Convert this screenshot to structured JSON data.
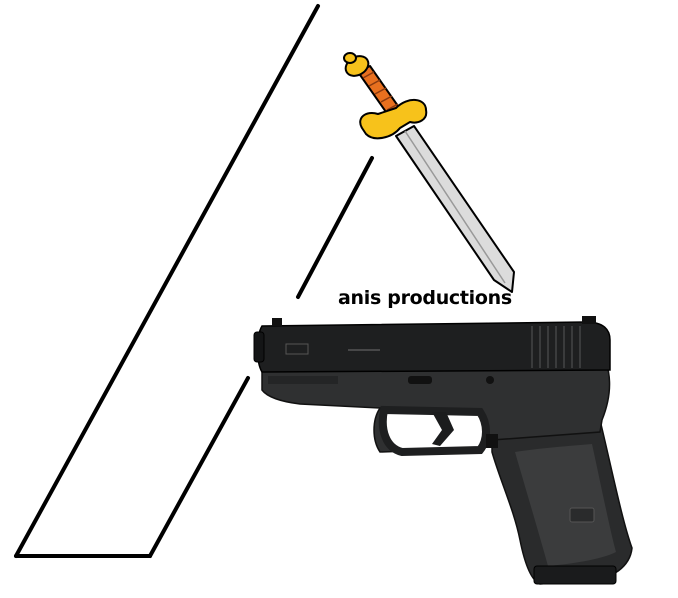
{
  "caption": "anis productions",
  "colors": {
    "background": "#ffffff",
    "line": "#000000",
    "sword_hilt": "#f7c21b",
    "sword_grip": "#e8701f",
    "sword_blade": "#dcdcdc",
    "pistol_body": "#2a2b2c",
    "pistol_slide": "#1c1d1e"
  },
  "illustrations": [
    "stylized-letter-a-lines",
    "sword-icon",
    "pistol-image"
  ]
}
